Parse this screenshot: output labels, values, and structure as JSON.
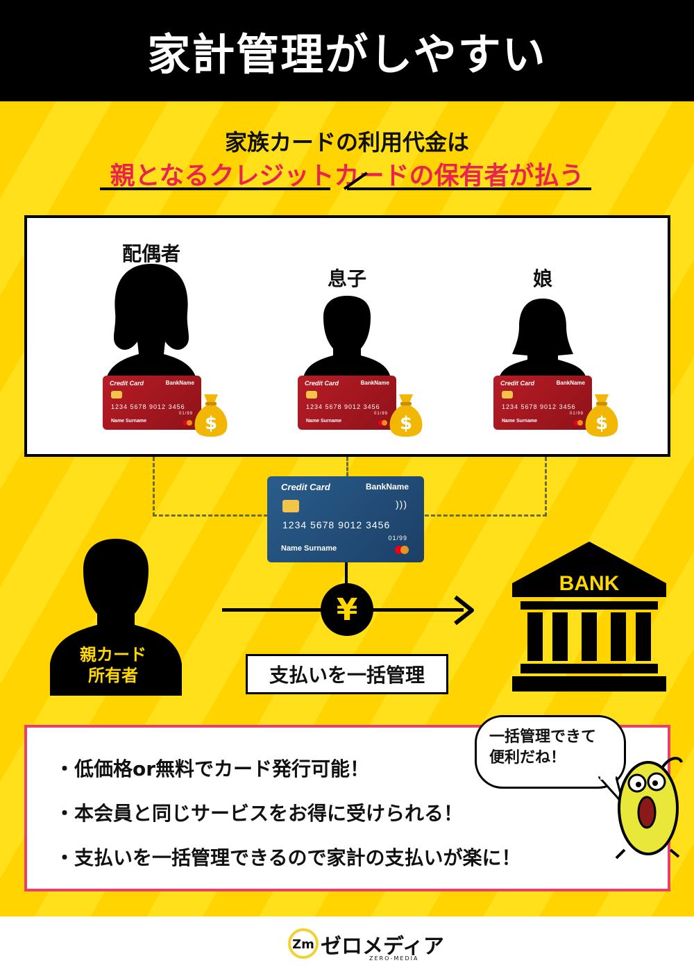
{
  "header": {
    "title": "家計管理がしやすい"
  },
  "lead": {
    "line1": "家族カードの利用代金は",
    "line2": "親となるクレジットカードの保有者が払う"
  },
  "family": {
    "members": [
      {
        "label": "配偶者"
      },
      {
        "label": "息子"
      },
      {
        "label": "娘"
      }
    ]
  },
  "card": {
    "brand_italic": "Credit Card",
    "bank": "BankName",
    "number": "1234   5678   9012   3456",
    "valid": "01/99",
    "holder": "Name Surname"
  },
  "owner": {
    "label_line1": "親カード",
    "label_line2": "所有者"
  },
  "flow": {
    "currency_symbol": "¥",
    "pay_label": "支払いを一括管理"
  },
  "bank": {
    "label": "BANK"
  },
  "benefits": [
    "・低価格or無料でカード発行可能！",
    "・本会員と同じサービスをお得に受けられる！",
    "・支払いを一括管理できるので家計の支払いが楽に！"
  ],
  "bubble": {
    "line1": "一括管理できて",
    "line2": "便利だね！"
  },
  "footer": {
    "logo": "ゼロメディア",
    "logo_sub": "ZERO-MEDIA"
  },
  "colors": {
    "yellow": "#ffd800",
    "accent_pink": "#e8234f",
    "black": "#000000",
    "card_red": "#b81c26",
    "card_blue": "#2a5d8c"
  }
}
